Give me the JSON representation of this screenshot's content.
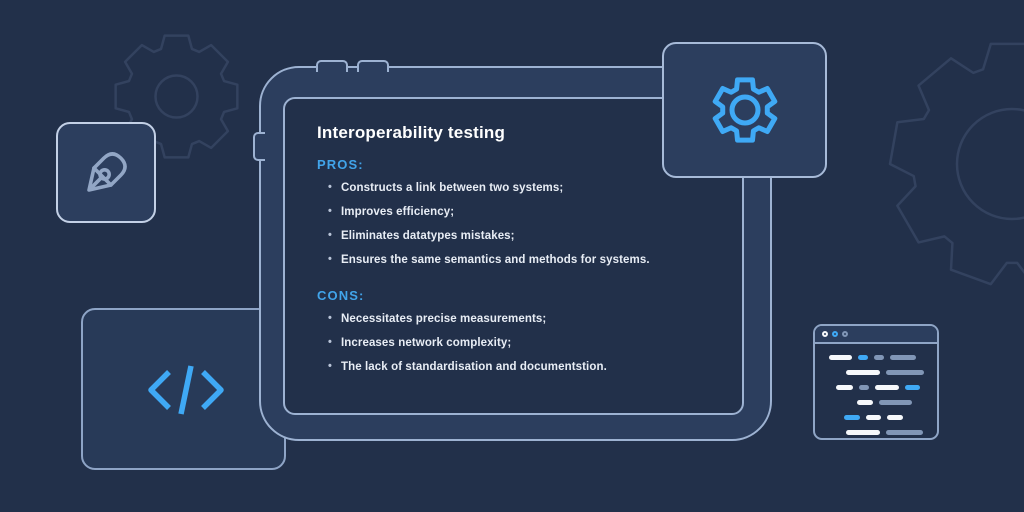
{
  "colors": {
    "accent_blue": "#3fa9f5",
    "heading_blue": "#41a4ea",
    "bar_white": "#f6f8fb",
    "bar_gray": "#8196b6",
    "background": "#22304a",
    "panel": "#2c3e5e",
    "border_light": "#9db2d2"
  },
  "card": {
    "title": "Interoperability testing",
    "pros_label": "PROS:",
    "pros_items": [
      "Constructs a link between two systems;",
      "Improves efficiency;",
      "Eliminates datatypes mistakes;",
      "Ensures the same semantics and methods for systems."
    ],
    "cons_label": "CONS:",
    "cons_items": [
      "Necessitates precise measurements;",
      "Increases network complexity;",
      "The lack of standardisation and documentstion."
    ]
  },
  "icons": {
    "pen": "pen-tool-icon",
    "gear_badge": "gear-icon",
    "code": "code-icon",
    "gear_background_left": "gear-icon",
    "gear_background_right": "gear-icon",
    "browser": "browser-window-icon"
  },
  "browser": {
    "dots": [
      "white",
      "blue",
      "gray"
    ],
    "rows": [
      {
        "indent": 14,
        "segments": [
          [
            "white",
            23
          ],
          [
            "blue",
            10
          ],
          [
            "gray",
            10
          ],
          [
            "gray",
            26
          ]
        ]
      },
      {
        "indent": 31,
        "segments": [
          [
            "white",
            34
          ],
          [
            "gray",
            38
          ]
        ]
      },
      {
        "indent": 21,
        "segments": [
          [
            "white",
            17
          ],
          [
            "gray",
            10
          ],
          [
            "white",
            24
          ],
          [
            "blue",
            15
          ]
        ]
      },
      {
        "indent": 42,
        "segments": [
          [
            "white",
            16
          ],
          [
            "gray",
            33
          ]
        ]
      },
      {
        "indent": 29,
        "segments": [
          [
            "blue",
            16
          ],
          [
            "white",
            15
          ],
          [
            "white",
            16
          ]
        ]
      },
      {
        "indent": 31,
        "segments": [
          [
            "white",
            34
          ],
          [
            "gray",
            37
          ]
        ]
      }
    ]
  }
}
